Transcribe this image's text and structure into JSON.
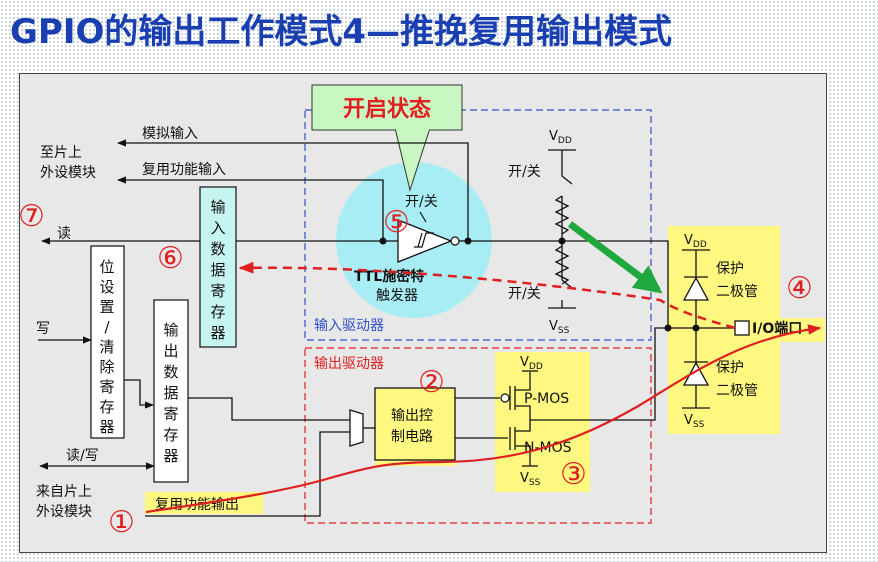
{
  "title": "GPIO的输出工作模式4—推挽复用输出模式",
  "callout": "开启状态",
  "labels": {
    "to_peripheral_1": "至片上",
    "to_peripheral_2": "外设模块",
    "analog_input": "模拟输入",
    "alt_func_input": "复用功能输入",
    "read": "读",
    "write": "写",
    "read_write": "读/写",
    "from_peripheral_1": "来自片上",
    "from_peripheral_2": "外设模块",
    "alt_func_output": "复用功能输出",
    "input_data_register": [
      "输",
      "入",
      "数",
      "据",
      "寄",
      "存",
      "器"
    ],
    "bit_set_clear_register": [
      "位",
      "设",
      "置",
      "/",
      "清",
      "除",
      "寄",
      "存",
      "器"
    ],
    "output_data_register": [
      "输",
      "出",
      "数",
      "据",
      "寄",
      "存",
      "器"
    ],
    "switch_onoff": "开/关",
    "vdd": "V",
    "vdd_sub": "DD",
    "vss": "V",
    "vss_sub": "SS",
    "schmitt_1": "TTL施密特",
    "schmitt_2": "触发器",
    "input_driver": "输入驱动器",
    "output_driver": "输出驱动器",
    "output_control_1": "输出控",
    "output_control_2": "制电路",
    "pmos": "P-MOS",
    "nmos": "N-MOS",
    "protect_1": "保护",
    "protect_2": "二极管",
    "io_pin": "I/O端口"
  },
  "numbers": [
    "①",
    "②",
    "③",
    "④",
    "⑤",
    "⑥",
    "⑦"
  ],
  "colors": {
    "title": "#1a3fb0",
    "panel": "#e8e8e8",
    "yellow": "#fff880",
    "red": "#e02020",
    "blue_dash": "#3050c8",
    "callout": "#c9f7c2",
    "circle": "#a8ecf4",
    "input_reg": "#c6f4f0",
    "arrow_green": "#1fa83c"
  }
}
